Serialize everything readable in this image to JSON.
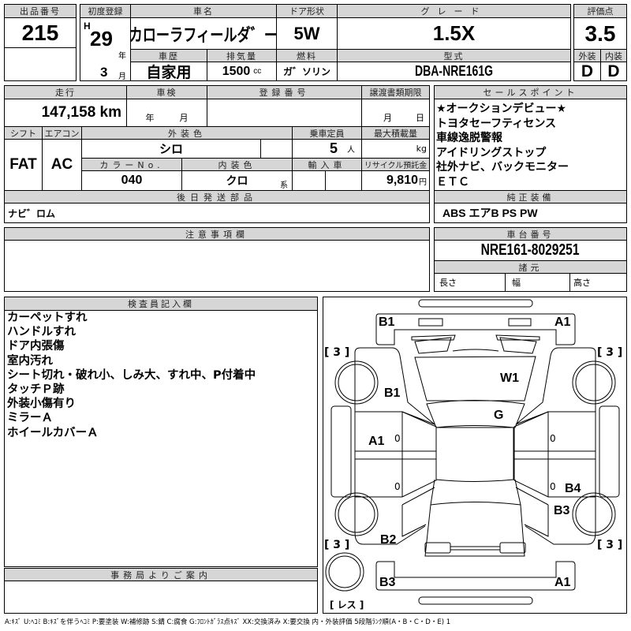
{
  "header": {
    "lot_label": "出品番号",
    "lot": "215",
    "first_reg_label": "初度登録",
    "era": "H",
    "year": "29",
    "year_unit": "年",
    "month": "3",
    "month_unit": "月",
    "car_name_label": "車名",
    "car_name": "カローラフィールダ゛ー",
    "door_label": "ドア形状",
    "door": "5W",
    "grade_label": "グレード",
    "grade": "1.5X",
    "history_label": "車歴",
    "history": "自家用",
    "displacement_label": "排気量",
    "displacement": "1500",
    "displacement_unit": "cc",
    "fuel_label": "燃料",
    "fuel": "ガ゛ソリン",
    "model_label": "型式",
    "model": "DBA-NRE161G",
    "score_label": "評価点",
    "score": "3.5",
    "exterior_label": "外装",
    "exterior": "D",
    "interior_label": "内装",
    "interior": "D"
  },
  "details": {
    "mileage_label": "走行",
    "mileage": "147,158 km",
    "inspection_label": "車検",
    "inspection_year_unit": "年",
    "inspection_month_unit": "月",
    "reg_no_label": "登録番号",
    "transfer_label": "譲渡書類期限",
    "transfer_month_unit": "月",
    "transfer_day_unit": "日",
    "shift_label": "シフト",
    "shift": "FAT",
    "ac_label": "エアコン",
    "ac": "AC",
    "ext_color_label": "外装色",
    "ext_color": "シロ",
    "capacity_label": "乗車定員",
    "capacity": "5",
    "capacity_unit": "人",
    "max_load_label": "最大積載量",
    "max_load_unit": "kg",
    "color_no_label": "カラーNo.",
    "color_no": "040",
    "int_color_label": "内装色",
    "int_color": "クロ",
    "int_color_unit": "系",
    "import_label": "輸入車",
    "recycle_label": "リサイクル預託金",
    "recycle": "9,810",
    "recycle_unit": "円",
    "later_parts_label": "後日発送部品",
    "later_parts": "ナビ゛ロム"
  },
  "sales_points": {
    "label": "セールスポイント",
    "items": [
      "★オークションデビュー★",
      "トヨタセーフティセンス",
      "車線逸脱警報",
      "アイドリングストップ",
      "社外ナビ、バックモニター",
      "ＥＴＣ"
    ]
  },
  "equipment": {
    "label": "純正装備",
    "value": "ABS エアB PS PW"
  },
  "notes": {
    "label": "注意事項欄"
  },
  "chassis": {
    "label": "車台番号",
    "value": "NRE161-8029251",
    "spec_label": "諸元",
    "length": "長さ",
    "width": "幅",
    "height": "高さ"
  },
  "inspector": {
    "label": "検査員記入欄",
    "items": [
      "カーペットすれ",
      "ハンドルすれ",
      "ドア内張傷",
      "室内汚れ",
      "シート切れ・破れ小、しみ大、すれ中、P付着中",
      "タッチＰ跡",
      "外装小傷有り",
      "ミラーＡ",
      "ホイールカバーＡ"
    ]
  },
  "office": {
    "label": "事務局よりご案内"
  },
  "diagram": {
    "marks": {
      "front_left": "B1",
      "front_right": "A1",
      "fender_left": "B1",
      "hood": "W1",
      "windshield": "G",
      "door_left": "A1",
      "door_right": "B4",
      "quarter_right": "B3",
      "quarter_left": "B2",
      "rear_left": "B3",
      "rear_right": "A1"
    },
    "tires": {
      "fl": "[ 3 ]",
      "fr": "[ 3 ]",
      "rl": "[ 3 ]",
      "rr": "[ 3 ]",
      "spare": "[ レス ]"
    },
    "zeros": [
      "0",
      "0",
      "0",
      "0"
    ]
  },
  "legend": "A:ｷｽﾞ U:ﾍｺﾐ B:ｷｽﾞを伴うﾍｺﾐ P:要塗装 W:補修跡 S:錆 C:腐食 G:ﾌﾛﾝﾄｶﾞﾗｽ点ｷｽﾞ XX:交換済み X:要交換 内・外装評価 5段階ﾗﾝｸ順(A・B・C・D・E) 1"
}
